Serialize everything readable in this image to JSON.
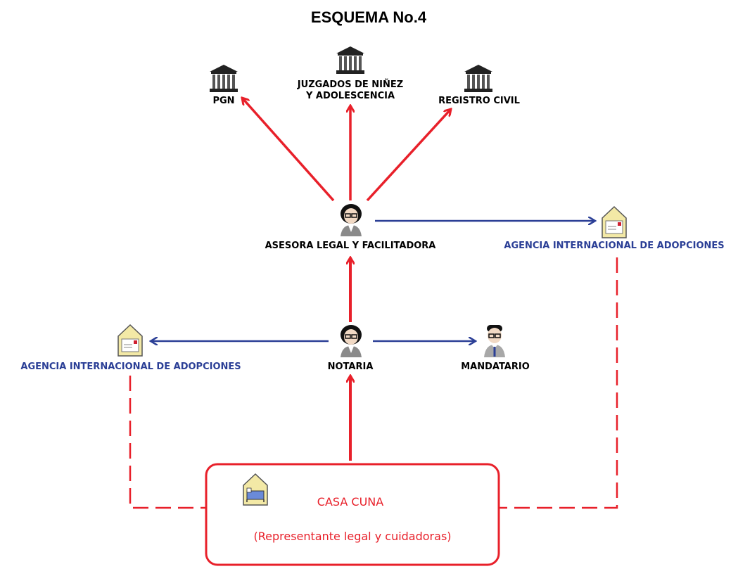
{
  "title": "ESQUEMA No.4",
  "nodes": {
    "pgn": "PGN",
    "juzgados_line1": "JUZGADOS DE NIÑEZ",
    "juzgados_line2": "Y ADOLESCENCIA",
    "registro": "REGISTRO  CIVIL",
    "asesora": "ASESORA LEGAL Y FACILITADORA",
    "agencia_right": "AGENCIA INTERNACIONAL DE ADOPCIONES",
    "agencia_left": "AGENCIA INTERNACIONAL DE  ADOPCIONES",
    "notaria": "NOTARIA",
    "mandatario": "MANDATARIO",
    "casa_cuna": "CASA CUNA",
    "casa_cuna_sub": "(Representante legal y cuidadoras)"
  },
  "colors": {
    "red": "#e8202a",
    "blue": "#2b3f96"
  },
  "icons": {
    "building": "courthouse-icon",
    "person_female": "woman-icon",
    "person_male": "man-icon",
    "house": "house-mail-icon",
    "house_bed": "house-bed-icon"
  }
}
